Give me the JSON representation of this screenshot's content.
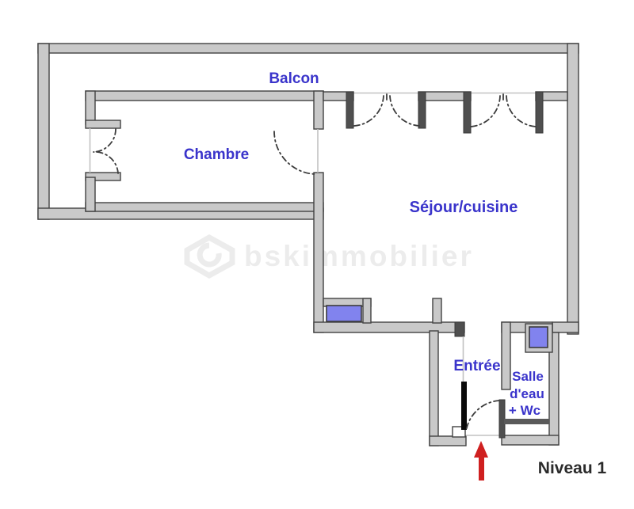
{
  "floorplan": {
    "level_label": "Niveau 1",
    "watermark": {
      "logo": "house-logo",
      "text": "bskimmobilier"
    },
    "rooms": [
      {
        "id": "balcon",
        "label": "Balcon"
      },
      {
        "id": "chambre",
        "label": "Chambre"
      },
      {
        "id": "sejour_cuisine",
        "label": "Séjour/cuisine"
      },
      {
        "id": "entree",
        "label": "Entrée"
      },
      {
        "id": "salle_eau_wc",
        "label": "Salle d'eau + Wc",
        "lines": [
          "Salle",
          "d'eau",
          "+ Wc"
        ]
      }
    ],
    "entrance_indicator": "red-arrow-up",
    "colors": {
      "wall_fill": "#c9c9c9",
      "wall_stroke": "#424242",
      "label_blue": "#3a34cb",
      "furniture_blue": "#8183ee",
      "arrow_red": "#cf2020",
      "level_text": "#2b2b2b",
      "door_black": "#0a0a0a",
      "watermark_gray": "rgba(110,110,110,0.13)"
    }
  }
}
